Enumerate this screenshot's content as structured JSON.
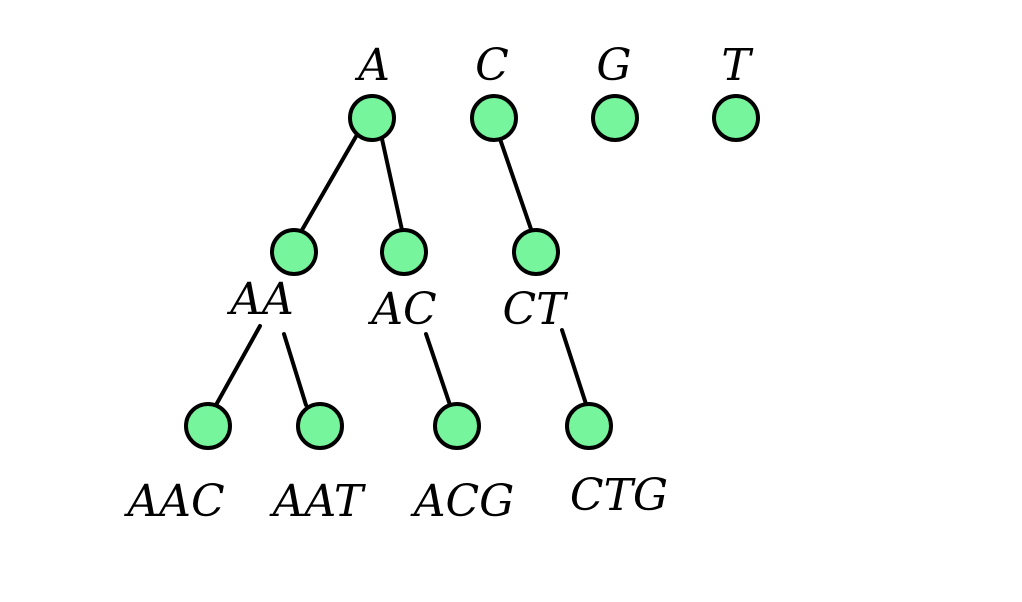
{
  "colors": {
    "node_fill": "#77f59c",
    "stroke": "#000000"
  },
  "labels": {
    "a": "A",
    "c": "C",
    "g": "G",
    "t": "T",
    "aa": "AA",
    "ac": "AC",
    "ct": "CT",
    "aac": "AAC",
    "aat": "AAT",
    "acg": "ACG",
    "ctg": "CTG"
  }
}
